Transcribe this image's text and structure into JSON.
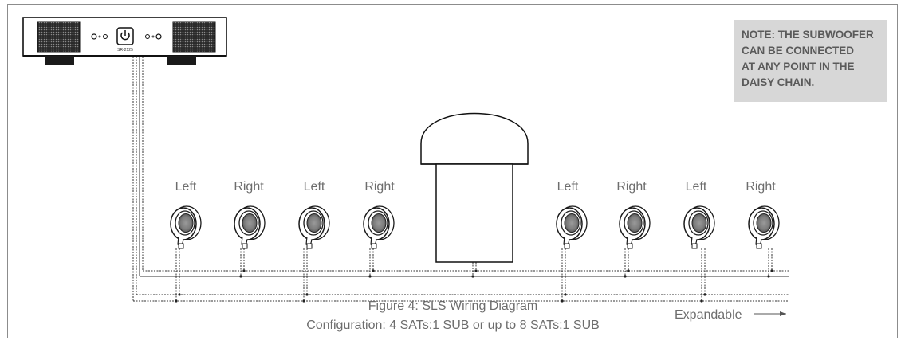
{
  "amplifier": {
    "model_label": "SR-2125"
  },
  "speakers": [
    {
      "label": "Left"
    },
    {
      "label": "Right"
    },
    {
      "label": "Left"
    },
    {
      "label": "Right"
    },
    {
      "label": "Left"
    },
    {
      "label": "Right"
    },
    {
      "label": "Left"
    },
    {
      "label": "Right"
    }
  ],
  "note": {
    "text": "NOTE: THE SUBWOOFER\nCAN BE CONNECTED\nAT ANY POINT IN THE\nDAISY CHAIN."
  },
  "caption": {
    "title": "Figure 4: SLS Wiring Diagram",
    "subtitle": "Configuration: 4 SATs:1 SUB or up to 8 SATs:1 SUB"
  },
  "expandable_label": "Expandable"
}
